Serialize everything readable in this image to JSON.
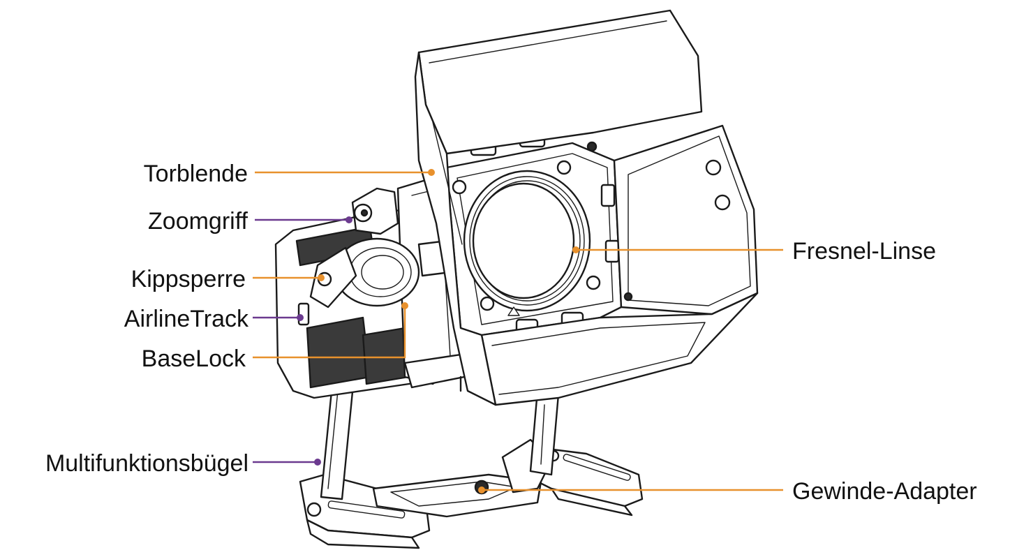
{
  "colors": {
    "callout_orange": "#e8912d",
    "callout_purple": "#6b3a8f",
    "label_text": "#111111",
    "line_art": "#1a1a1a"
  },
  "callouts": [
    {
      "id": "torblende",
      "label": "Torblende",
      "color": "orange"
    },
    {
      "id": "zoomgriff",
      "label": "Zoomgriff",
      "color": "purple"
    },
    {
      "id": "kippsperre",
      "label": "Kippsperre",
      "color": "orange"
    },
    {
      "id": "airline",
      "label": "AirlineTrack",
      "color": "purple"
    },
    {
      "id": "baselock",
      "label": "BaseLock",
      "color": "orange"
    },
    {
      "id": "multi",
      "label": "Multifunktionsbügel",
      "color": "purple"
    },
    {
      "id": "fresnel",
      "label": "Fresnel-Linse",
      "color": "orange"
    },
    {
      "id": "gewinde",
      "label": "Gewinde-Adapter",
      "color": "orange"
    }
  ]
}
